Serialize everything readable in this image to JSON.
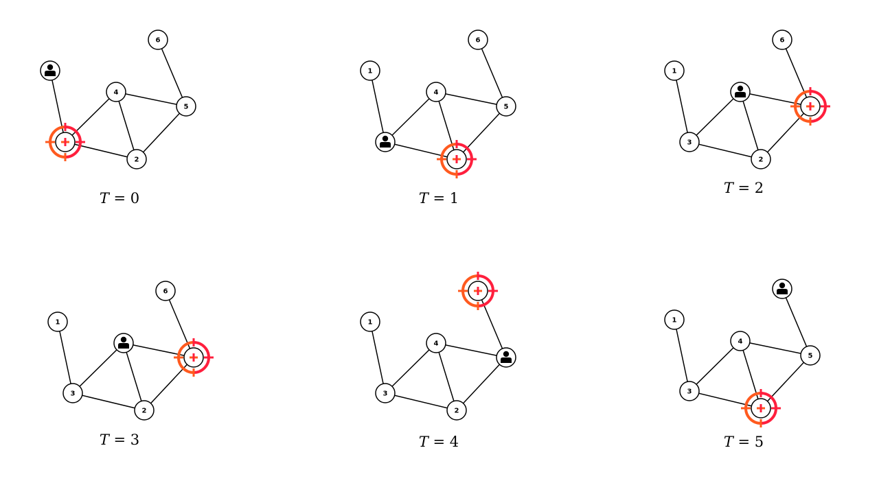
{
  "nodes": [
    "1",
    "2",
    "3",
    "4",
    "5",
    "6"
  ],
  "edges": [
    [
      "1",
      "3"
    ],
    [
      "3",
      "4"
    ],
    [
      "3",
      "2"
    ],
    [
      "4",
      "2"
    ],
    [
      "4",
      "5"
    ],
    [
      "2",
      "5"
    ],
    [
      "5",
      "6"
    ]
  ],
  "panels": [
    {
      "caption_var": "T",
      "caption_eq": "=",
      "time": "0",
      "person_node": "1",
      "target_node": "3"
    },
    {
      "caption_var": "T",
      "caption_eq": "=",
      "time": "1",
      "person_node": "3",
      "target_node": "2"
    },
    {
      "caption_var": "T",
      "caption_eq": "=",
      "time": "2",
      "person_node": "4",
      "target_node": "5"
    },
    {
      "caption_var": "T",
      "caption_eq": "=",
      "time": "3",
      "person_node": "4",
      "target_node": "5"
    },
    {
      "caption_var": "T",
      "caption_eq": "=",
      "time": "4",
      "person_node": "5",
      "target_node": "6"
    },
    {
      "caption_var": "T",
      "caption_eq": "=",
      "time": "5",
      "person_node": "6",
      "target_node": "2"
    }
  ],
  "icons": {
    "person": "person-icon",
    "target": "crosshair-target-icon"
  },
  "colors": {
    "target_red": "#ff1f3d",
    "target_orange": "#ff5a1f",
    "edge": "#000000"
  }
}
